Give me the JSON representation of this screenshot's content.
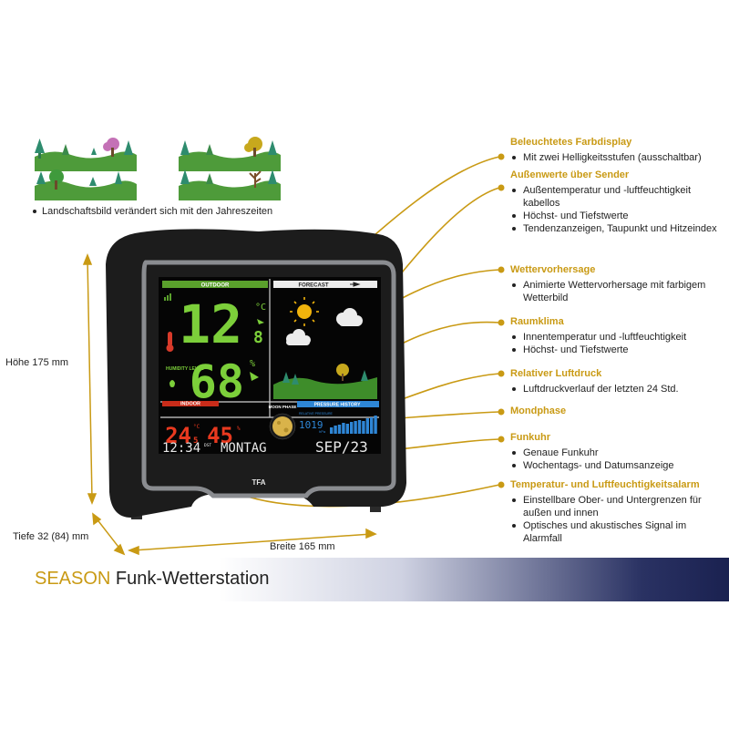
{
  "seasons": {
    "caption": "Landschaftsbild verändert sich mit den Jahreszeiten"
  },
  "dimensions": {
    "height": "Höhe 175 mm",
    "depth": "Tiefe 32 (84) mm",
    "width": "Breite 165 mm"
  },
  "display": {
    "outdoor_label": "OUTDOOR",
    "outdoor_temp": "12",
    "outdoor_temp_decimal": "8",
    "temp_unit": "°C",
    "humidity_label": "HUMIDITY LEVEL",
    "outdoor_humidity": "68",
    "humidity_unit": "%",
    "forecast_label": "FORECAST",
    "indoor_label": "INDOOR",
    "indoor_temp": "24",
    "indoor_temp_decimal": "5",
    "indoor_humidity": "45",
    "moon_label": "MOON PHASE",
    "pressure_label": "PRESSURE HISTORY",
    "pressure_value": "1019",
    "pressure_unit": "hPa",
    "pressure_sub": "RELATIVE PRESSURE",
    "pressure_history": [
      0.35,
      0.45,
      0.5,
      0.6,
      0.55,
      0.65,
      0.7,
      0.75,
      0.7,
      0.85,
      0.9,
      1.0
    ],
    "time": "12:34",
    "dst": "DST",
    "weekday": "MONTAG",
    "date": "SEP/23",
    "brand": "TFA"
  },
  "features": [
    {
      "heading": "Beleuchtetes Farbdisplay",
      "items": [
        "Mit zwei Helligkeitsstufen (ausschaltbar)"
      ]
    },
    {
      "heading": "Außenwerte über Sender",
      "items": [
        "Außentemperatur und -luftfeuchtigkeit kabellos",
        "Höchst- und Tiefstwerte",
        "Tendenzanzeigen, Taupunkt und Hitzeindex"
      ]
    },
    {
      "heading": "Wettervorhersage",
      "items": [
        "Animierte Wettervorhersage mit farbigem Wetterbild"
      ]
    },
    {
      "heading": "Raumklima",
      "items": [
        "Innentemperatur und -luftfeuchtigkeit",
        "Höchst- und Tiefstwerte"
      ]
    },
    {
      "heading": "Relativer Luftdruck",
      "items": [
        "Luftdruckverlauf der letzten 24 Std."
      ]
    },
    {
      "heading": "Mondphase",
      "items": []
    },
    {
      "heading": "Funkuhr",
      "items": [
        "Genaue Funkuhr",
        "Wochentags- und Datumsanzeige"
      ]
    },
    {
      "heading": "Temperatur- und Luftfeuchtigkeitsalarm",
      "items": [
        "Einstellbare Ober- und Untergrenzen für außen und innen",
        "Optisches und akustisches Signal im Alarmfall"
      ]
    }
  ],
  "banner": {
    "prefix": "SEASON",
    "title": "Funk-Wetterstation"
  },
  "colors": {
    "accent_gold": "#c99a14",
    "banner_navy": "#1a2150",
    "display_green": "#7ccf3a",
    "display_red": "#e8391f",
    "display_blue": "#2e86d6"
  }
}
